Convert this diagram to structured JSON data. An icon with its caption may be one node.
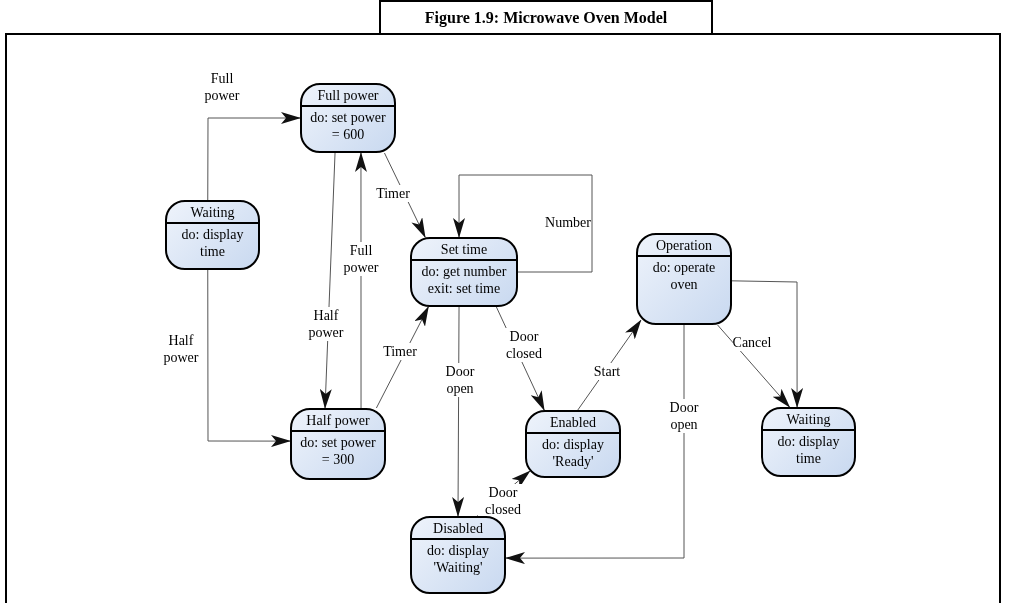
{
  "diagram": {
    "title": "Figure 1.9: Microwave Oven Model",
    "nodes": [
      {
        "text": [
          "Waiting",
          "do: display time"
        ]
      },
      {
        "text": [
          "Full power",
          "do: set power = 600"
        ]
      },
      {
        "text": [
          "Set time",
          "do: get number exit: set time"
        ]
      },
      {
        "text": [
          "Half power",
          "do: set power = 300"
        ]
      },
      {
        "text": [
          "Operation",
          "do: operate oven"
        ]
      },
      {
        "text": [
          "Enabled",
          "do: display 'Ready'"
        ]
      },
      {
        "text": [
          "Waiting",
          "do: display time"
        ]
      },
      {
        "text": [
          "Disabled",
          "do: display 'Waiting'"
        ]
      }
    ],
    "edges": [
      {
        "from": 0,
        "to": 1,
        "arrow": "to",
        "label": "Full power"
      },
      {
        "from": 0,
        "to": 3,
        "arrow": "to",
        "label": "Half power"
      },
      {
        "from": 1,
        "to": 3,
        "arrow": "to",
        "label": "Half power"
      },
      {
        "from": 3,
        "to": 1,
        "arrow": "to",
        "label": "Full power"
      },
      {
        "from": 1,
        "to": 2,
        "arrow": "to",
        "label": "Timer"
      },
      {
        "from": 3,
        "to": 2,
        "arrow": "to",
        "label": "Timer"
      },
      {
        "from": 2,
        "to": 2,
        "arrow": "to",
        "label": "Number"
      },
      {
        "from": 2,
        "to": 7,
        "arrow": "to",
        "label": "Door open"
      },
      {
        "from": 2,
        "to": 5,
        "arrow": "to",
        "label": "Door closed"
      },
      {
        "from": 7,
        "to": 5,
        "arrow": "to",
        "label": "Door closed"
      },
      {
        "from": 5,
        "to": 4,
        "arrow": "to",
        "label": "Start"
      },
      {
        "from": 4,
        "to": 7,
        "arrow": "to",
        "label": "Door open"
      },
      {
        "from": 4,
        "to": 6,
        "arrow": "to",
        "label": "Cancel"
      },
      {
        "from": 4,
        "to": 6,
        "arrow": "to"
      }
    ]
  }
}
